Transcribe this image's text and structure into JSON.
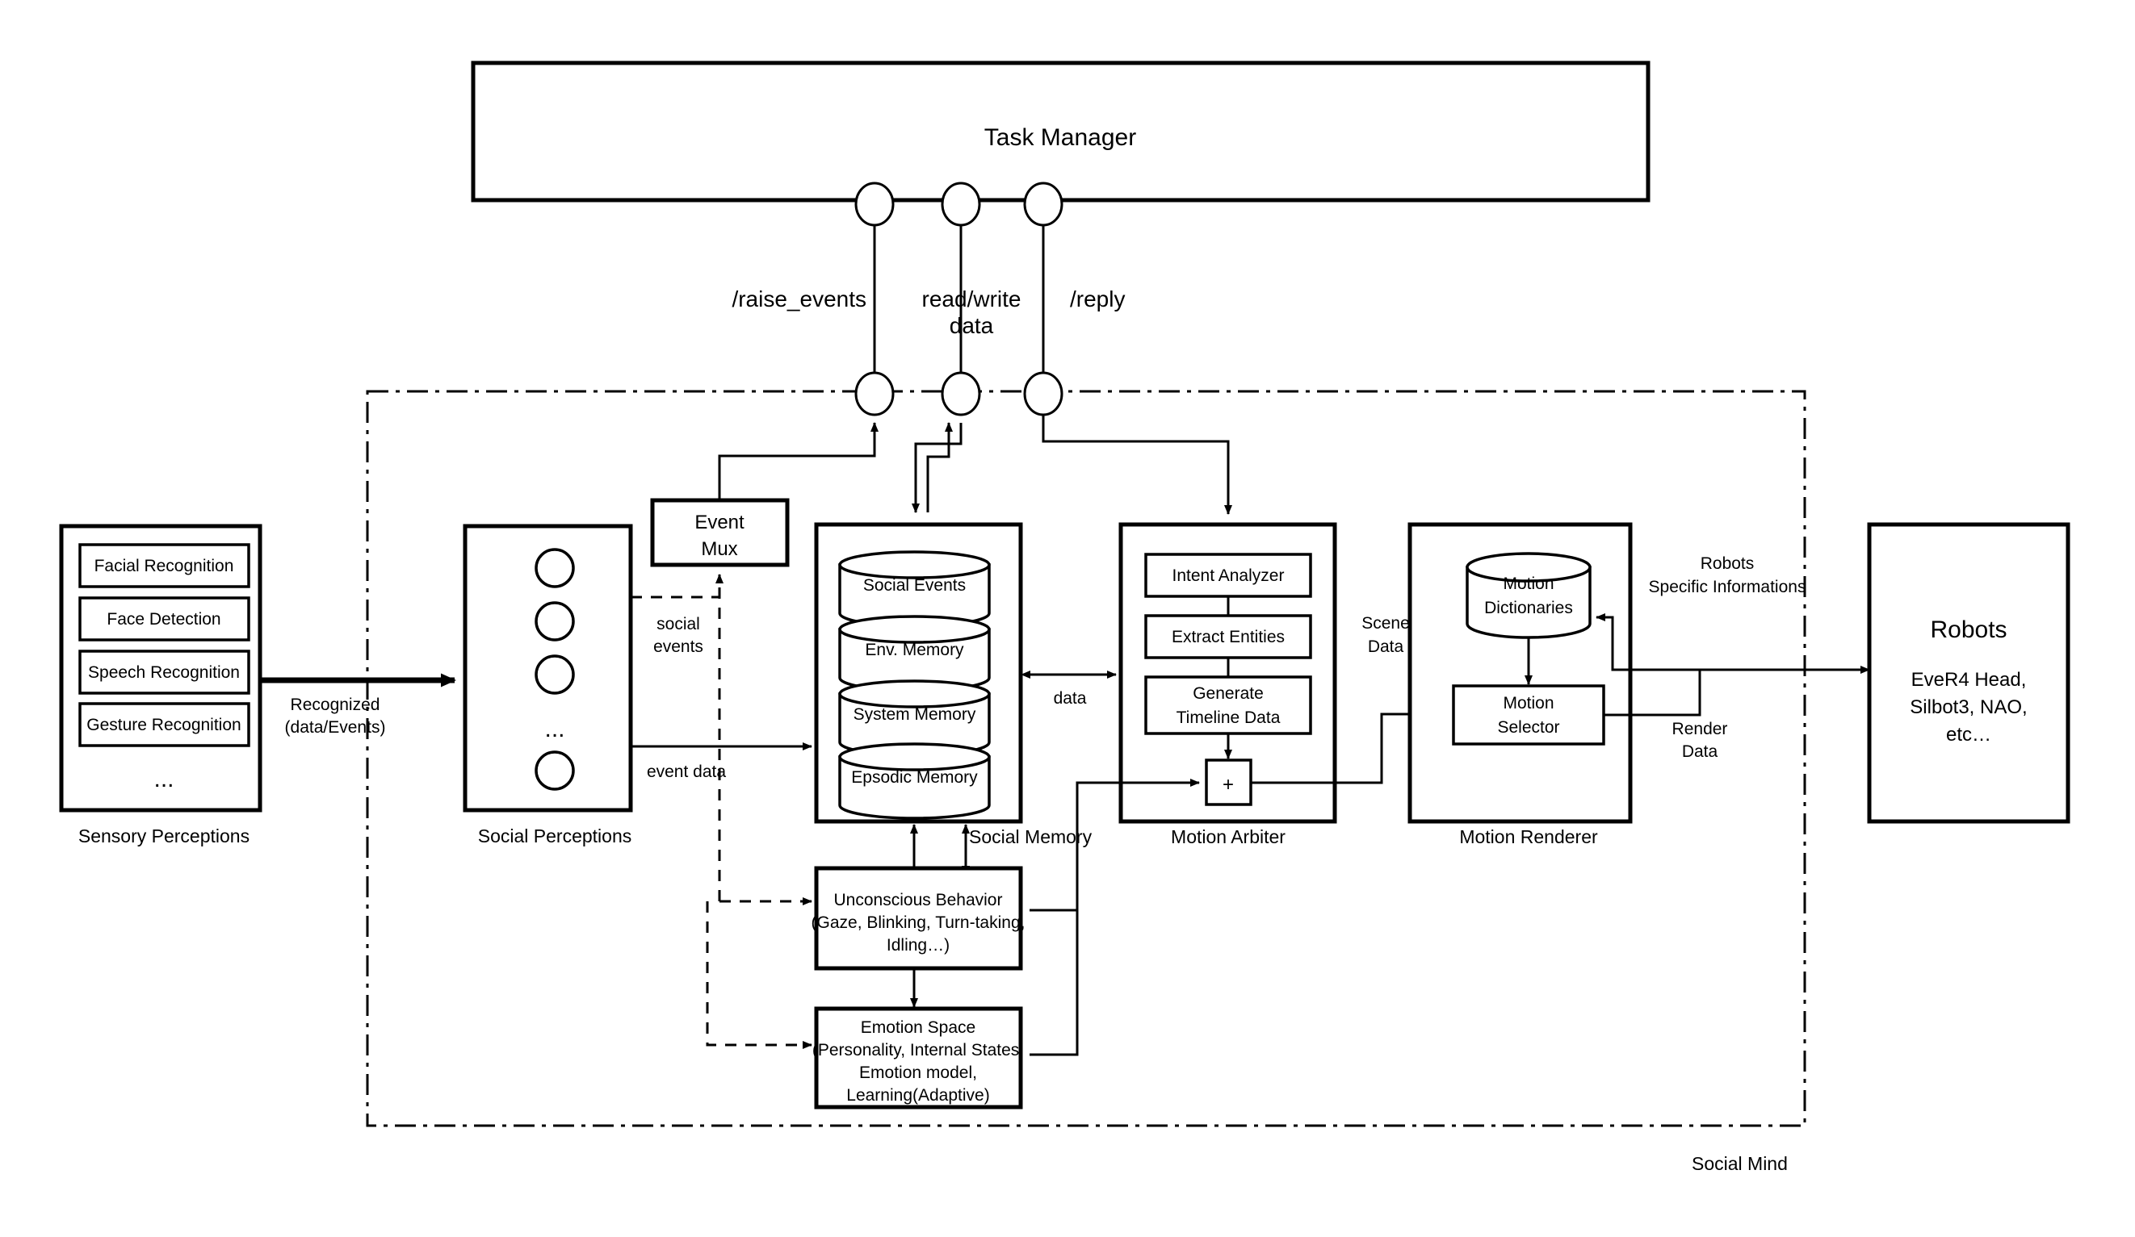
{
  "diagram": {
    "title": "Social Mind Robot Architecture",
    "boundary_label": "Social Mind"
  },
  "task_manager": {
    "label": "Task Manager",
    "ports": [
      {
        "name": "raise_events",
        "label": "/raise_events"
      },
      {
        "name": "read_write_data",
        "label_line1": "read/write",
        "label_line2": "data"
      },
      {
        "name": "reply",
        "label": "/reply"
      }
    ]
  },
  "sensory_perceptions": {
    "caption": "Sensory Perceptions",
    "items": [
      "Facial Recognition",
      "Face Detection",
      "Speech Recognition",
      "Gesture Recognition"
    ],
    "ellipsis": "..."
  },
  "social_perceptions": {
    "caption": "Social Perceptions",
    "node_count": 4,
    "ellipsis": "..."
  },
  "event_mux": {
    "line1": "Event",
    "line2": "Mux"
  },
  "social_memory": {
    "caption": "Social Memory",
    "stores": [
      "Social Events",
      "Env. Memory",
      "System Memory",
      "Epsodic Memory"
    ]
  },
  "motion_arbiter": {
    "caption": "Motion Arbiter",
    "steps": [
      {
        "label": "Intent Analyzer"
      },
      {
        "label": "Extract Entities"
      },
      {
        "label_line1": "Generate",
        "label_line2": "Timeline Data"
      }
    ],
    "sum_symbol": "+"
  },
  "motion_renderer": {
    "caption": "Motion Renderer",
    "dictionary": {
      "line1": "Motion",
      "line2": "Dictionaries"
    },
    "selector": {
      "line1": "Motion",
      "line2": "Selector"
    }
  },
  "robots": {
    "title": "Robots",
    "line1": "EveR4 Head,",
    "line2": "Silbot3, NAO,",
    "line3": "etc…"
  },
  "unconscious_behavior": {
    "line1": "Unconscious Behavior",
    "line2": "(Gaze, Blinking, Turn-taking,",
    "line3": "Idling…)"
  },
  "emotion_space": {
    "line1": "Emotion Space",
    "line2": "(Personality, Internal States,",
    "line3": "Emotion model,",
    "line4": "Learning(Adaptive)"
  },
  "edge_labels": {
    "recognized_line1": "Recognized",
    "recognized_line2": "(data/Events)",
    "social_events_line1": "social",
    "social_events_line2": "events",
    "event_data": "event data",
    "data": "data",
    "scene_data_line1": "Scene",
    "scene_data_line2": "Data",
    "render_data_line1": "Render",
    "render_data_line2": "Data",
    "robots_info_line1": "Robots",
    "robots_info_line2": "Specific Informations"
  },
  "colors": {
    "stroke": "#000000",
    "fill": "#ffffff"
  }
}
